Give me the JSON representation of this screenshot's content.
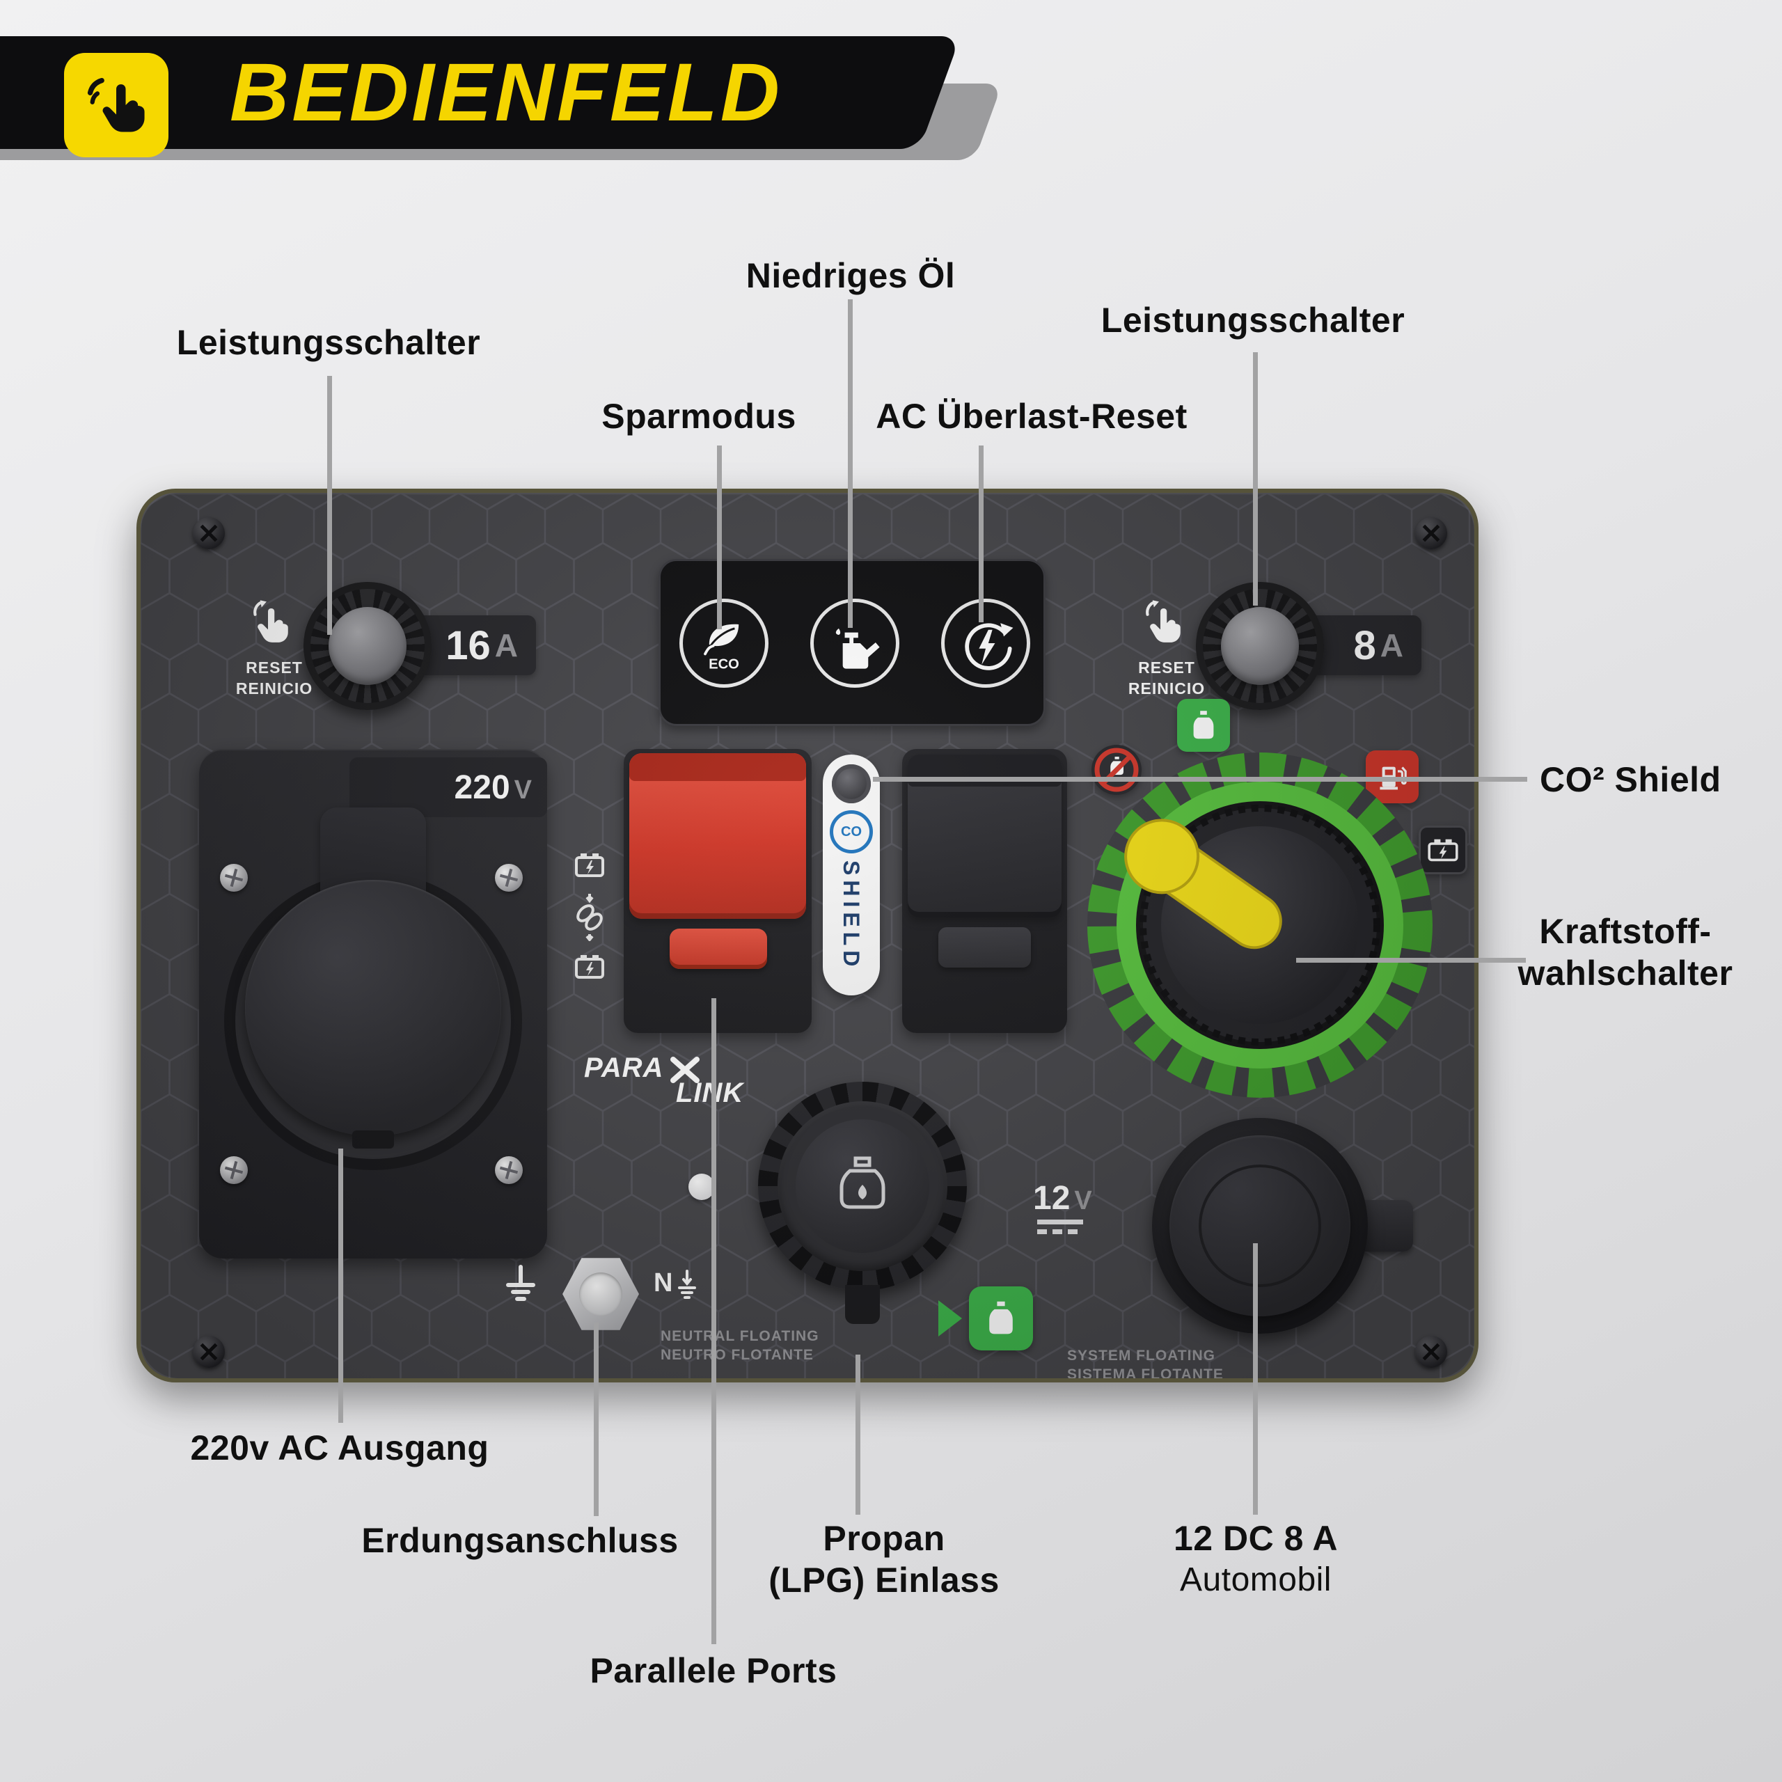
{
  "header": {
    "title": "BEDIENFELD"
  },
  "callouts": {
    "breaker_left": "Leistungsschalter",
    "low_oil": "Niedriges Öl",
    "eco_mode": "Sparmodus",
    "overload_reset": "AC Überlast-Reset",
    "breaker_right": "Leistungsschalter",
    "co2_shield": "CO² Shield",
    "fuel_selector_line1": "Kraftstoff-",
    "fuel_selector_line2": "wahlschalter",
    "ac_output": "220v AC Ausgang",
    "ground": "Erdungsanschluss",
    "parallel_ports": "Parallele Ports",
    "propane_line1": "Propan",
    "propane_line2": "(LPG) Einlass",
    "dc_output_line1": "12 DC 8 A",
    "dc_output_line2": "Automobil"
  },
  "panel": {
    "reset_label": {
      "line1": "RESET",
      "line2": "REINICIO"
    },
    "breaker_left_amp": {
      "value": "16",
      "unit": "A"
    },
    "breaker_right_amp": {
      "value": "8",
      "unit": "A"
    },
    "ac_outlet": {
      "value": "220",
      "unit": "V"
    },
    "dc_outlet": {
      "value": "12",
      "unit": "V"
    },
    "eco_icon_label": "ECO",
    "co_shield_badge": {
      "co": "CO",
      "shield": "SHIELD"
    },
    "paralink": {
      "word1": "PARA",
      "word2": "LINK"
    },
    "neutral_note": {
      "line1": "NEUTRAL FLOATING",
      "line2": "NEUTRO FLOTANTE"
    },
    "system_note": {
      "line1": "SYSTEM FLOATING",
      "line2": "SISTEMA FLOTANTE"
    },
    "neutral_symbol": "N"
  },
  "colors": {
    "accent_yellow": "#F6D800",
    "alert_red": "#D2372B",
    "eco_green": "#3CB44A",
    "dial_green": "#58C23E",
    "panel_gray": "#454549"
  }
}
